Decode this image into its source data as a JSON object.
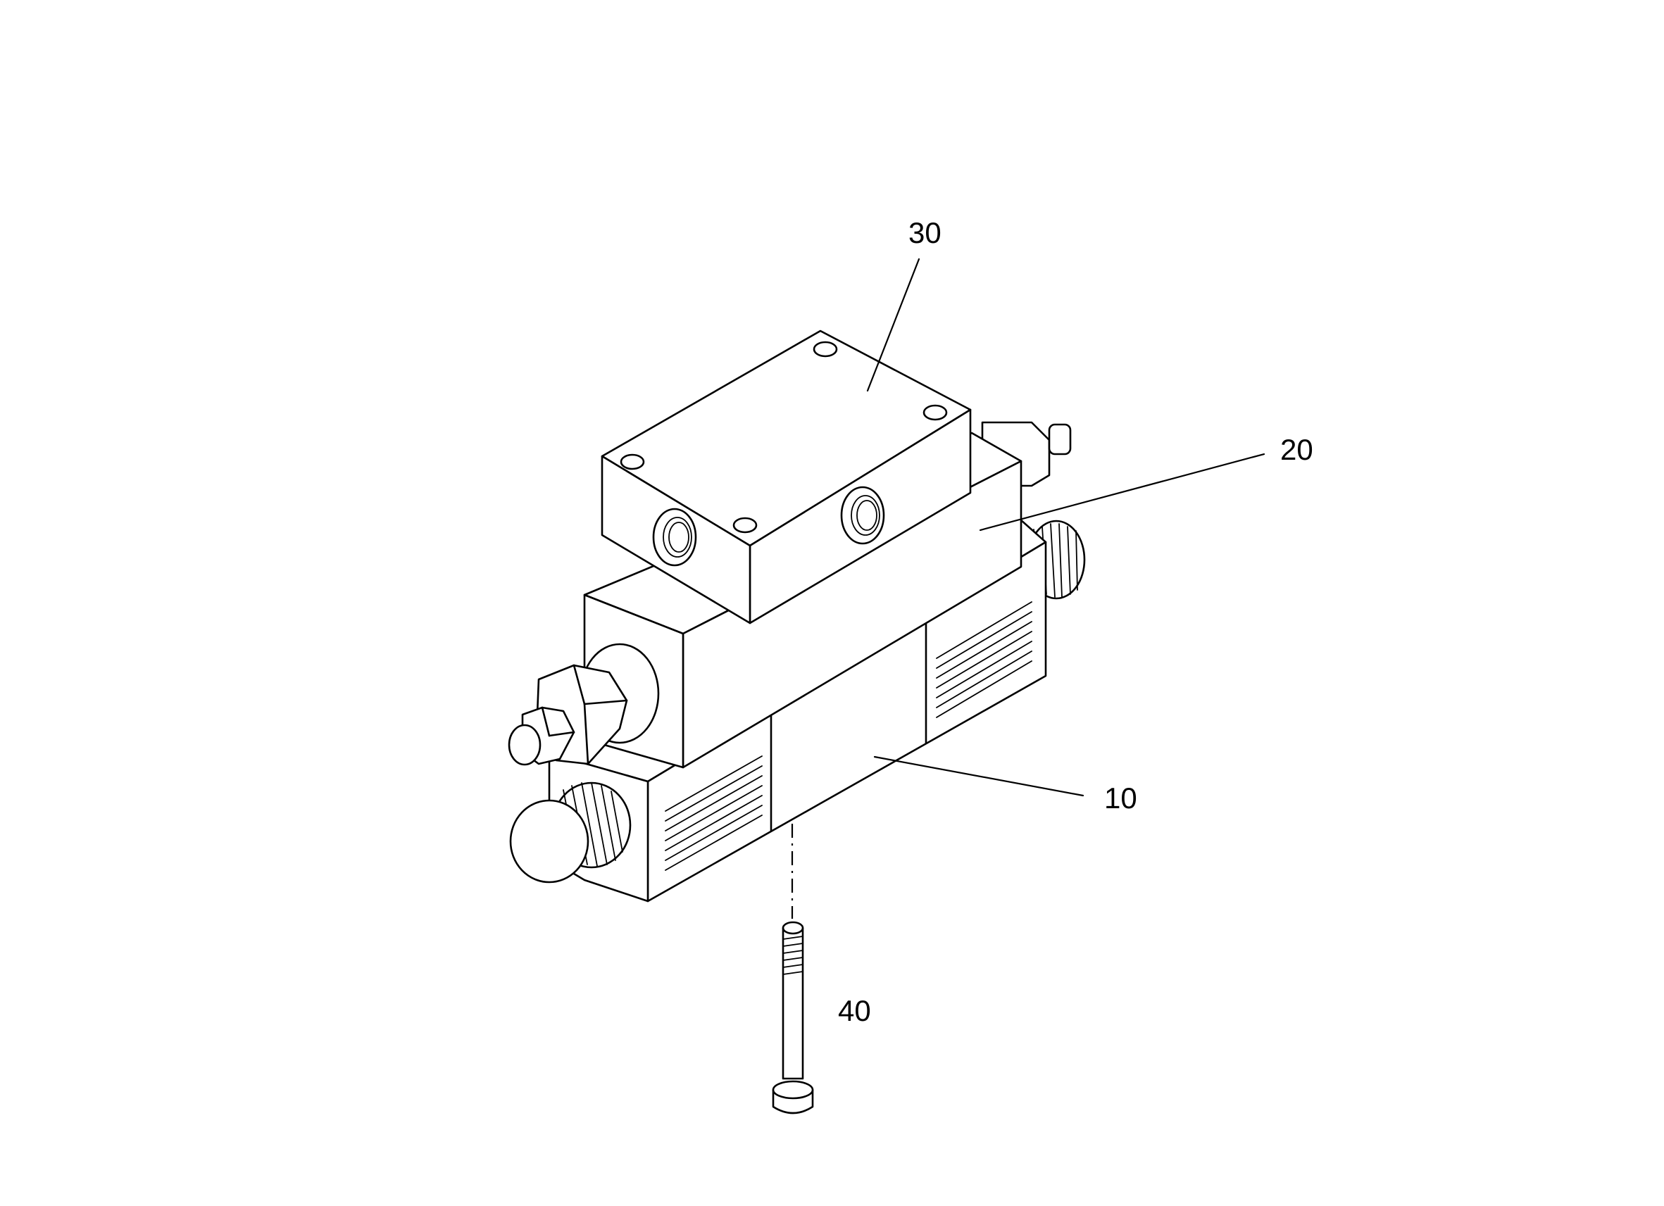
{
  "labels": {
    "part_10": "10",
    "part_20": "20",
    "part_30": "30",
    "part_40": "40"
  },
  "colors": {
    "line": "#000000",
    "background": "#ffffff"
  }
}
